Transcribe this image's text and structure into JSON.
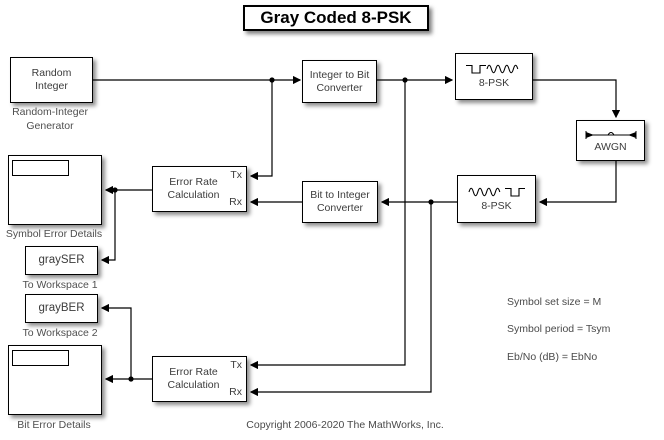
{
  "title": "Gray Coded 8-PSK",
  "blocks": {
    "random_integer": {
      "line1": "Random",
      "line2": "Integer",
      "label_line1": "Random-Integer",
      "label_line2": "Generator"
    },
    "integer_to_bit": {
      "line1": "Integer to Bit",
      "line2": "Converter"
    },
    "psk_modulator": {
      "text": "8-PSK"
    },
    "awgn": {
      "text": "AWGN"
    },
    "psk_demodulator": {
      "text": "8-PSK"
    },
    "bit_to_integer": {
      "line1": "Bit to Integer",
      "line2": "Converter"
    },
    "error_rate_calc_1": {
      "line1": "Error Rate",
      "line2": "Calculation",
      "port_tx": "Tx",
      "port_rx": "Rx"
    },
    "error_rate_calc_2": {
      "line1": "Error Rate",
      "line2": "Calculation",
      "port_tx": "Tx",
      "port_rx": "Rx"
    },
    "symbol_error_details": {
      "label": "Symbol Error Details"
    },
    "to_workspace_1": {
      "text": "graySER",
      "label": "To Workspace 1"
    },
    "to_workspace_2": {
      "text": "grayBER",
      "label": "To Workspace 2"
    },
    "bit_error_details": {
      "label": "Bit Error Details"
    }
  },
  "annotations": {
    "symbol_set_size": "Symbol set size = M",
    "symbol_period": "Symbol period = Tsym",
    "ebno": "Eb/No (dB) = EbNo"
  },
  "copyright": "Copyright 2006-2020 The MathWorks, Inc.",
  "colors": {
    "background": "#ffffff",
    "block_fill": "#ffffff",
    "block_border": "#000000",
    "wire": "#000000",
    "label_text": "#4f4f4f"
  }
}
